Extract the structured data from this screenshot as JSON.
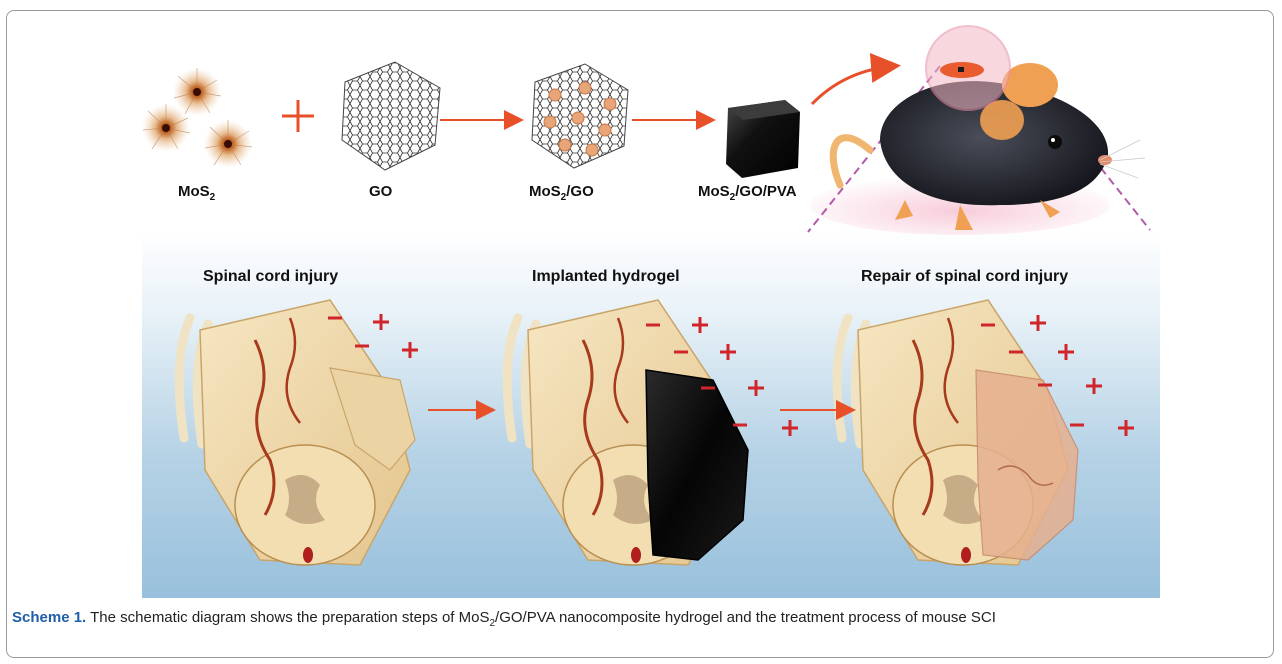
{
  "materials": {
    "mos2": "MoS",
    "mos2_sub": "2",
    "go": "GO",
    "mos2go_pre": "MoS",
    "mos2go_sub": "2",
    "mos2go_post": "/GO",
    "mos2gopva_pre": "MoS",
    "mos2gopva_sub": "2",
    "mos2gopva_post": "/GO/PVA"
  },
  "steps": {
    "injury": "Spinal cord injury",
    "implant": "Implanted hydrogel",
    "repair": "Repair of spinal cord injury"
  },
  "caption": {
    "label": "Scheme 1.",
    "text_a": "  The schematic diagram shows the preparation steps of MoS",
    "text_sub": "2",
    "text_b": "/GO/PVA nanocomposite hydrogel and the treatment process of mouse SCI"
  },
  "colors": {
    "arrow": "#e8502a",
    "plus": "#d0262b",
    "tissue": "#f0dcb0",
    "vessel": "#a83a1c",
    "hydrogel": "#0a0a0a"
  }
}
